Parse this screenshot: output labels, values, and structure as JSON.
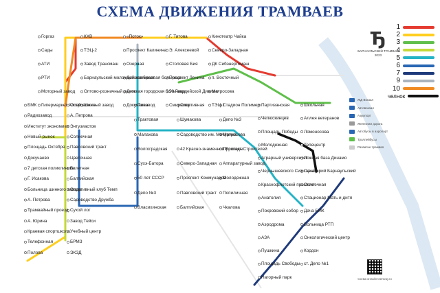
{
  "title": "СХЕМА ДВИЖЕНИЯ ТРАМВАЕВ",
  "brand": {
    "name": "БАРНАУЛЬСКИЙ ТРАМВАЙ",
    "year": "2023",
    "logo": "Ђ"
  },
  "legend": [
    {
      "num": "1",
      "color": "#e43a2f"
    },
    {
      "num": "2",
      "color": "#ffce1f"
    },
    {
      "num": "3",
      "color": "#5fbf4a"
    },
    {
      "num": "4",
      "color": "#c4d93a"
    },
    {
      "num": "5",
      "color": "#25b3c6"
    },
    {
      "num": "6",
      "color": "#2966b3"
    },
    {
      "num": "7",
      "color": "#1e3a7a"
    },
    {
      "num": "9",
      "color": "#a9b4bf"
    },
    {
      "num": "10",
      "color": "#f08a22"
    },
    {
      "num": "челнок",
      "color": "#111111"
    }
  ],
  "legend_small": [
    {
      "text": "ЖД Вокзал",
      "color": "#2966b3"
    },
    {
      "text": "Автовокзал",
      "color": "#2966b3"
    },
    {
      "text": "Аэропорт",
      "color": "#2966b3"
    },
    {
      "text": "Железная дорога",
      "color": "#999999"
    },
    {
      "text": "Автобусы в аэропорт",
      "color": "#2966b3"
    },
    {
      "text": "Троллейбусы",
      "color": "#5fbf4a"
    },
    {
      "text": "Развитие трамвая",
      "color": "#cccccc"
    }
  ],
  "qr_text": "Схема онлайн tramway.ru",
  "stations": [
    "Горгаз",
    "Сады",
    "АТИ",
    "РТИ",
    "Моторный завод",
    "Гипермаркет Алтай",
    "КХВ",
    "ТЭЦ-2",
    "Завод Трансмаш",
    "Барнаульский молочный комбинат",
    "Оптово-розничный рынок",
    "Шинный завод",
    "«Поток»",
    "Проспект Калинина",
    "Озерная",
    "Детская краевая больница",
    "Детская городская больница",
    "Докучаево",
    "Г. Титова",
    "Э. Алексеевой",
    "Столовая Бия",
    "Проспект Ленина",
    "50 Гвардейской Дивизии",
    "Смирнова",
    "Кинотеатр Чайка",
    "Северо-Западная",
    "ДК Сибэнергомаш",
    "п. Восточный",
    "Матросова",
    "ТЭЦ-1",
    "БМК",
    "Радиозавод",
    "Институт экономики",
    "Новый рынок",
    "Площадь Октября",
    "Докучаево",
    "7 детская поликлиника",
    "Г. Исакова",
    "Больница шинного завода",
    "А. Петрова",
    "Трамвайный проезд",
    "А. Юрина",
    "Краевая спортшкола",
    "Телефонная",
    "Полова",
    "Островского",
    "А. Петрова",
    "Энтузиастов",
    "Солнечная",
    "Павловский тракт",
    "Цветочная",
    "Взлетная",
    "Балтийская",
    "Спортивный клуб Темп",
    "Садоводство Дружба",
    "Сухой лог",
    "Завод Тейси",
    "Учебный центр",
    "БРМЗ",
    "ЭКЗД",
    "Пивавод",
    "Трактовая",
    "Малахова",
    "Волгоградская",
    "Сухэ-Батора",
    "50 лет СССР",
    "Депо №3",
    "Власихинская",
    "Спортивная",
    "Шумакова",
    "Садоводство им. Мичурина",
    "42 Красно-знаменной Бригады",
    "Северо-Западная",
    "Проспект Коммунаров",
    "Павловский тракт",
    "Балтийская",
    "Стадион Полимер",
    "Депо №3",
    "Матросова",
    "Проспект Строителей",
    "Аппаратурный завод",
    "Молодежная",
    "Попиличная",
    "Чкалова",
    "Партизанская",
    "Челюскинцев",
    "Площадь Победы",
    "Молодежная",
    "Аграрный университет",
    "Чернышевского Сити центр",
    "Краснофлотский проспект",
    "Анатолия",
    "Покровский собор",
    "Аэродрома",
    "АЗА",
    "Пушкина",
    "Площадь Свободы",
    "Нагорный парк",
    "Школьная",
    "Аллея ветеранов",
    "Ломоносова",
    "Телецентр",
    "Ложная база Динамо",
    "Санаторий Барнаульский",
    "Солнечная",
    "Стационар Мать и дитя",
    "Дача БМК",
    "Больница РТП",
    "Онкологический центр",
    "Кордон",
    "ст. Депо №1"
  ]
}
